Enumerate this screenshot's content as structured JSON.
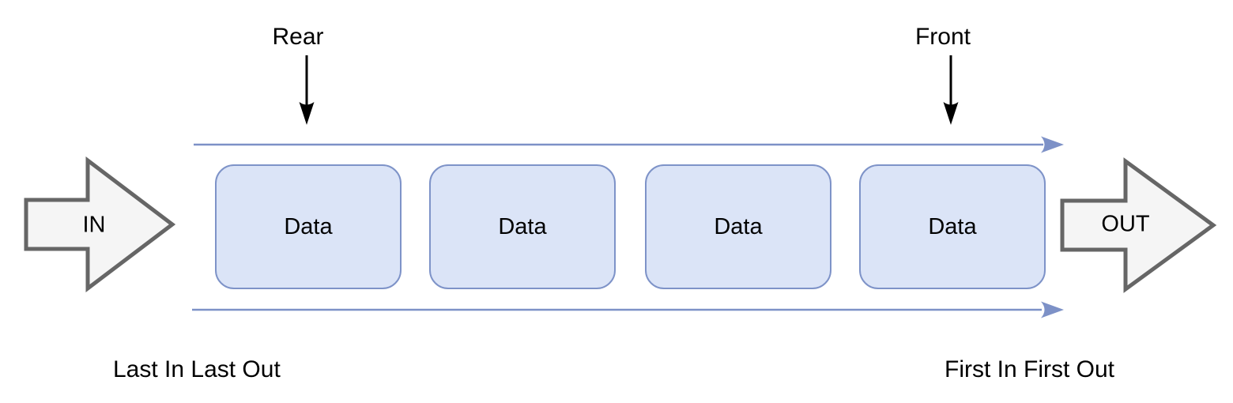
{
  "diagram": {
    "pointers": {
      "rear_label": "Rear",
      "front_label": "Front"
    },
    "in_arrow": {
      "label": "IN"
    },
    "out_arrow": {
      "label": "OUT"
    },
    "cells": [
      {
        "label": "Data"
      },
      {
        "label": "Data"
      },
      {
        "label": "Data"
      },
      {
        "label": "Data"
      }
    ],
    "footer": {
      "left_caption": "Last In Last Out",
      "right_caption": "First In First Out"
    },
    "colors": {
      "cell_fill": "#dbe4f7",
      "cell_stroke": "#7e93c8",
      "flow_arrow": "#7d91c7",
      "block_arrow_fill": "#f5f5f5",
      "block_arrow_stroke": "#666666",
      "pointer_arrow": "#000000",
      "text": "#000000",
      "background": "#ffffff"
    }
  }
}
